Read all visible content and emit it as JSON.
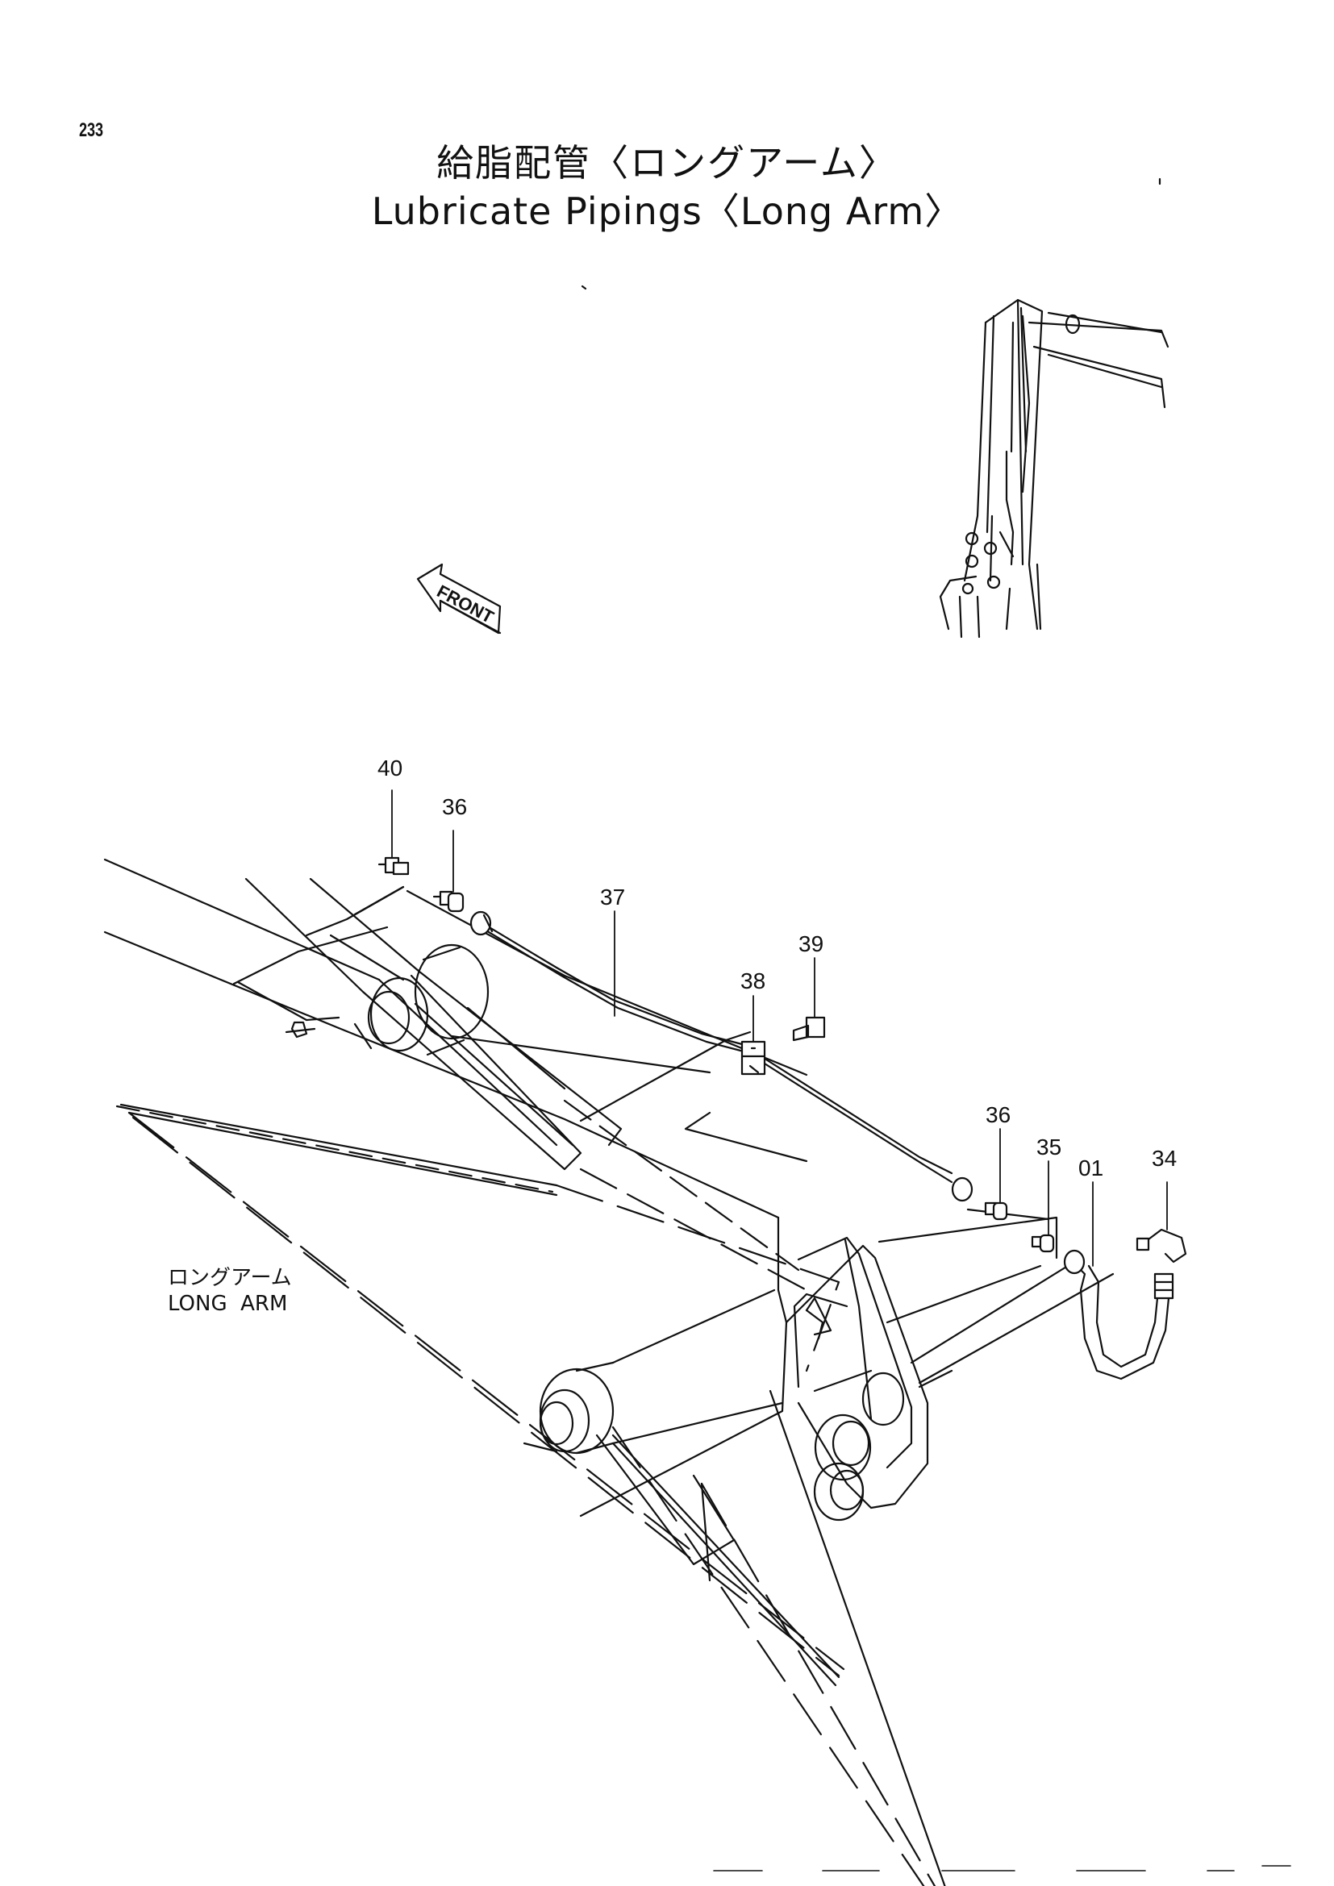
{
  "page_number": "233",
  "title_ja": "給脂配管〈ロングアーム〉",
  "title_en": "Lubricate Pipings〈Long Arm〉",
  "front_marker": "FRONT",
  "assembly_label_ja": "ロングアーム",
  "assembly_label_en": "LONG  ARM",
  "callouts": {
    "c40": "40",
    "c36a": "36",
    "c37": "37",
    "c39": "39",
    "c38": "38",
    "c36b": "36",
    "c35": "35",
    "c01": "01",
    "c34": "34"
  }
}
